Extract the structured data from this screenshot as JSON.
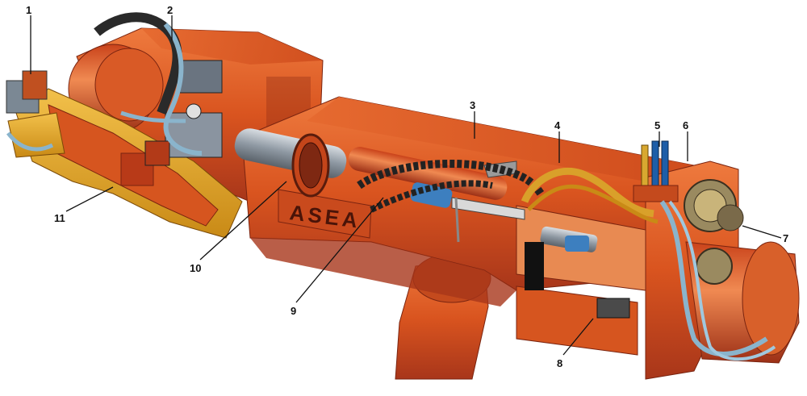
{
  "figure": {
    "brand_plate_text": "ASEA",
    "callouts": [
      {
        "id": "1",
        "label": "1"
      },
      {
        "id": "2",
        "label": "2"
      },
      {
        "id": "3",
        "label": "3"
      },
      {
        "id": "4",
        "label": "4"
      },
      {
        "id": "5",
        "label": "5"
      },
      {
        "id": "6",
        "label": "6"
      },
      {
        "id": "7",
        "label": "7"
      },
      {
        "id": "8",
        "label": "8"
      },
      {
        "id": "9",
        "label": "9"
      },
      {
        "id": "10",
        "label": "10"
      },
      {
        "id": "11",
        "label": "11"
      }
    ]
  },
  "colors": {
    "body_orange": "#d9541f",
    "body_dark": "#a8361a",
    "body_light": "#ee7a3e",
    "bracket_yellow": "#e0a020",
    "cable_blue": "#8ab4cc",
    "cable_yellow": "#d9a02a",
    "metal_grey": "#9a9a9a",
    "cable_black": "#222222"
  }
}
